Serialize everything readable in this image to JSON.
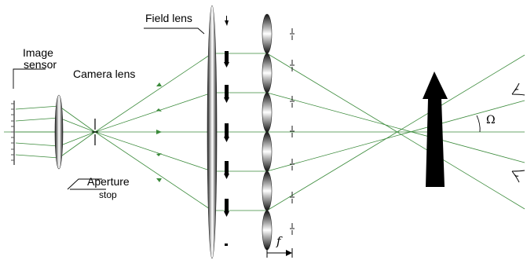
{
  "labels": {
    "image": "Image",
    "sensor": "sensor",
    "camera_lens": "Camera lens",
    "field_lens": "Field lens",
    "aperture": "Aperture",
    "stop": "stop",
    "omega": "Ω",
    "focal_length": "f"
  },
  "colors": {
    "ray": "#3a8a3a",
    "line": "#000000",
    "background": "#ffffff"
  }
}
